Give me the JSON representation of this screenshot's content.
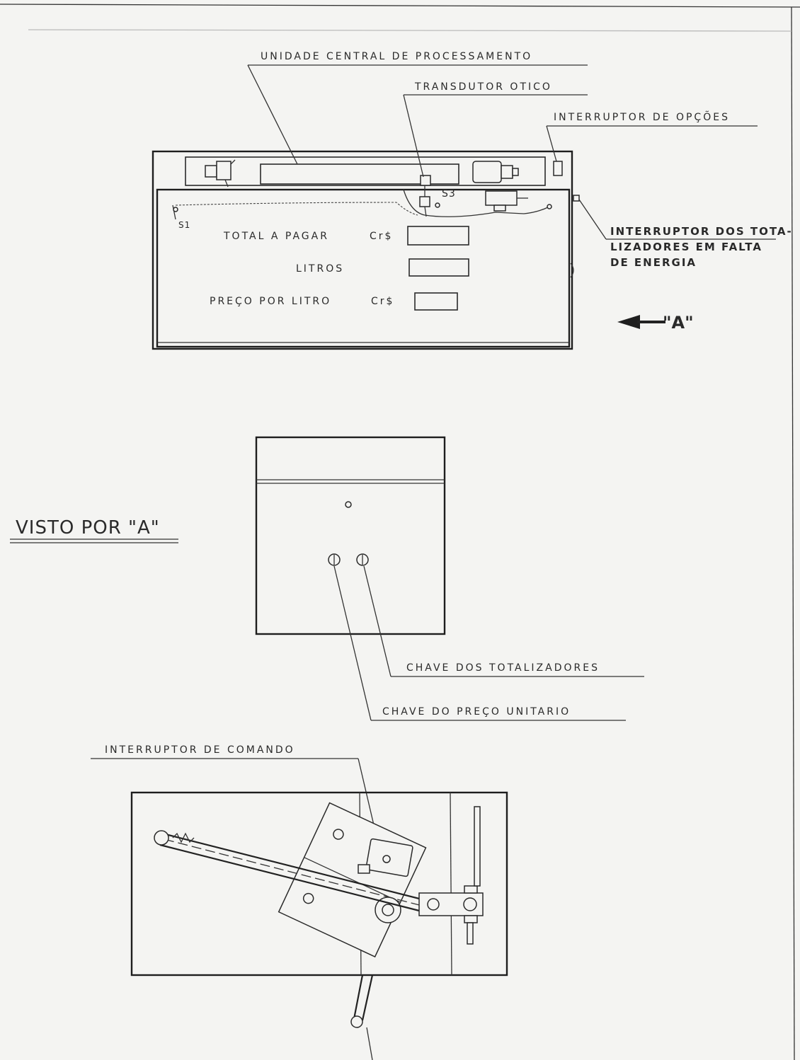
{
  "labels": {
    "cpu": "UNIDADE CENTRAL DE PROCESSAMENTO",
    "optical_transducer": "TRANSDUTOR OTICO",
    "options_switch": "INTERRUPTOR DE OPÇÕES",
    "s3": "S3",
    "s1": "S1",
    "totalizer_switch_line1": "INTERRUPTOR DOS TOTA-",
    "totalizer_switch_line2": "LIZADORES EM FALTA",
    "totalizer_switch_line3": "DE ENERGIA",
    "view_arrow": "\"A\"",
    "view_title": "VISTO POR \"A\"",
    "totalizer_key": "CHAVE DOS TOTALIZADORES",
    "unit_price_key": "CHAVE DO PREÇO UNITARIO",
    "command_switch": "INTERRUPTOR DE COMANDO"
  },
  "display_panel": {
    "total": "TOTAL A PAGAR",
    "total_currency": "Cr$",
    "liters": "LITROS",
    "price_per_liter": "PREÇO POR LITRO",
    "price_currency": "Cr$"
  }
}
